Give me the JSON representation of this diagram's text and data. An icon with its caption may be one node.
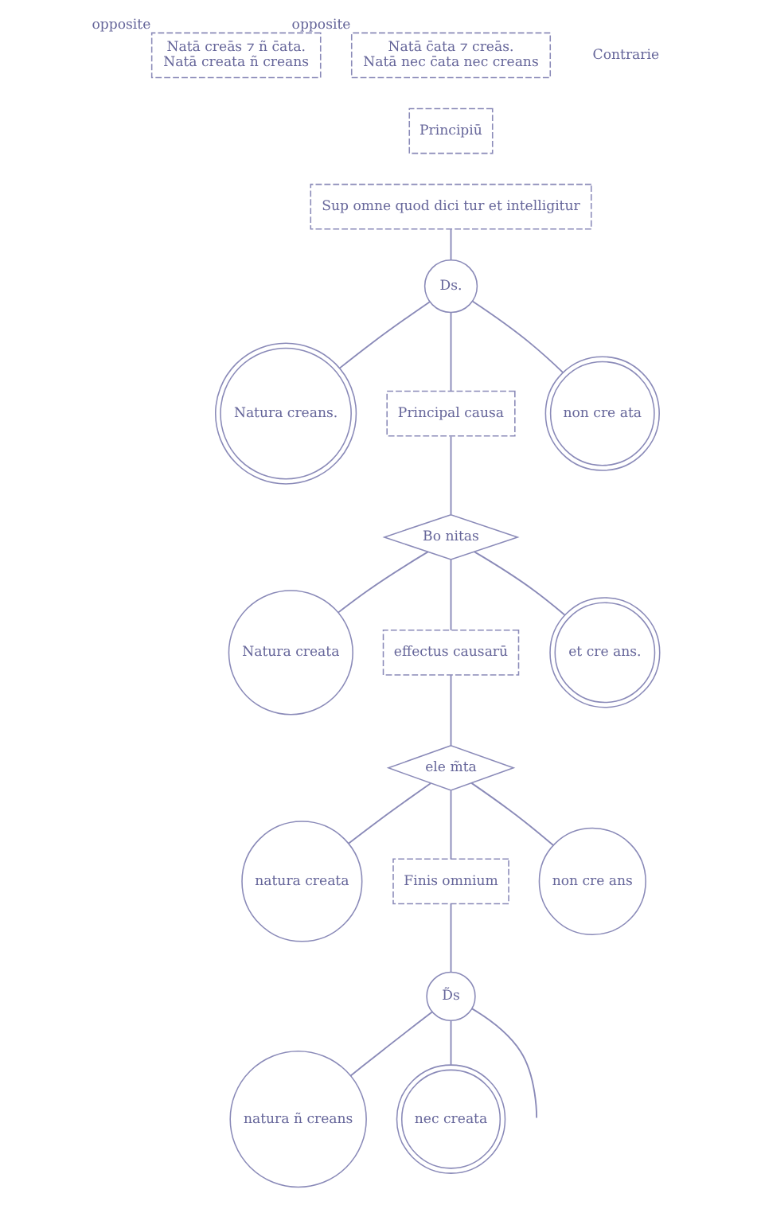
{
  "diagram": {
    "nodes": [
      {
        "text": [
          "Natā creās ⁊ ñ c̄ata.",
          "Natā creata ñ creans"
        ],
        "beside": [
          "opposite"
        ]
      },
      {
        "text": [
          "Natā c̄ata ⁊ creās.",
          "Natā nec c̄ata nec creans"
        ],
        "beside": [
          "opposite"
        ]
      },
      {
        "text": [
          "Principiū"
        ]
      },
      {
        "text": [
          "Sup omne quod dici tur et intelligitur"
        ]
      },
      {
        "text": [
          "Ds."
        ]
      },
      {
        "text": [
          "Natura creans."
        ]
      },
      {
        "text": [
          "Principal causa"
        ]
      },
      {
        "text": [
          "non cre ata"
        ]
      },
      {
        "text": [
          "Bo nitas"
        ]
      },
      {
        "text": [
          "Natura creata"
        ]
      },
      {
        "text": [
          "effectus causarū"
        ]
      },
      {
        "text": [
          "et cre ans."
        ]
      },
      {
        "text": [
          "ele m̃ta"
        ]
      },
      {
        "text": [
          "natura creata"
        ]
      },
      {
        "text": [
          "Finis omnium"
        ]
      },
      {
        "text": [
          "non cre ans"
        ]
      },
      {
        "text": [
          "D̃s"
        ]
      },
      {
        "text": [
          "natura ñ creans"
        ]
      },
      {
        "text": [
          "nec creata"
        ]
      }
    ],
    "edges": [
      {
        "from": 3,
        "to": 4,
        "arrow": "none"
      },
      {
        "from": 4,
        "to": 5,
        "arrow": "none"
      },
      {
        "from": 4,
        "to": 6,
        "arrow": "none"
      },
      {
        "from": 4,
        "to": 7,
        "arrow": "none"
      },
      {
        "from": 6,
        "to": 8,
        "arrow": "none"
      },
      {
        "from": 8,
        "to": 9,
        "arrow": "none"
      },
      {
        "from": 8,
        "to": 10,
        "arrow": "none"
      },
      {
        "from": 8,
        "to": 11,
        "arrow": "none"
      },
      {
        "from": 10,
        "to": 12,
        "arrow": "none"
      },
      {
        "from": 12,
        "to": 13,
        "arrow": "none"
      },
      {
        "from": 12,
        "to": 14,
        "arrow": "none"
      },
      {
        "from": 12,
        "to": 15,
        "arrow": "none"
      },
      {
        "from": 14,
        "to": 16,
        "arrow": "none"
      },
      {
        "from": 16,
        "to": 17,
        "arrow": "none"
      },
      {
        "from": 16,
        "to": null,
        "arrow": "none"
      },
      {
        "from": 16,
        "to": 18,
        "arrow": "none"
      }
    ],
    "labels": [
      "Contrarie"
    ]
  }
}
